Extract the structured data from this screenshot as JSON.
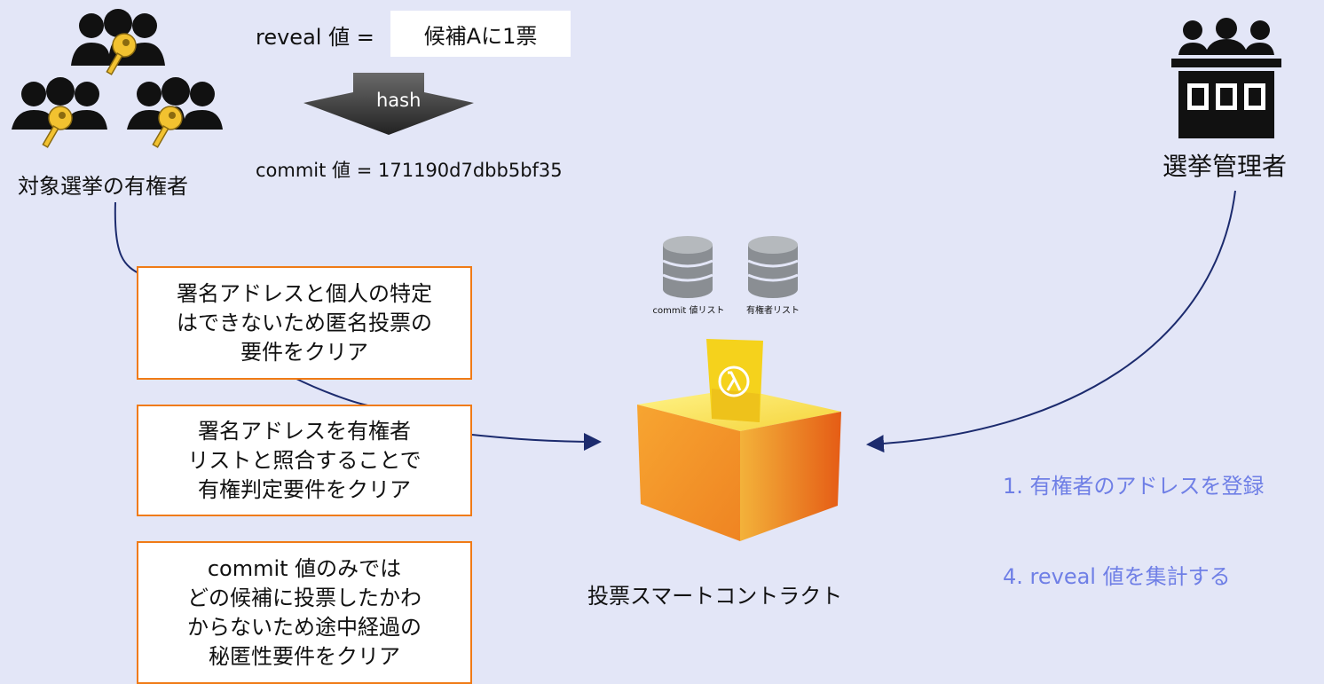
{
  "voters": {
    "label": "対象選挙の有権者",
    "icon": "voters-with-keys-icon"
  },
  "admin": {
    "label": "選挙管理者",
    "icon": "election-administrators-icon"
  },
  "flow": {
    "reveal_prefix": "reveal 値 =",
    "reveal_value": "候補Aに1票",
    "hash_label": "hash",
    "commit_text": "commit 値 = 171190d7dbb5bf35"
  },
  "contract": {
    "label": "投票スマートコントラクト",
    "db_commit_label": "commit 値リスト",
    "db_voters_label": "有権者リスト",
    "icon": "ballot-box-icon",
    "ballot_icon": "lambda-icon"
  },
  "callouts": [
    "署名アドレスと個人の特定\nはできないため匿名投票の\n要件をクリア",
    "署名アドレスを有権者\nリストと照合することで\n有権判定要件をクリア",
    "commit 値のみでは\nどの候補に投票したかわ\nからないため途中経過の\n秘匿性要件をクリア"
  ],
  "steps": {
    "register": "1. 有権者のアドレスを登録",
    "tally": "4. reveal 値を集計する"
  },
  "colors": {
    "accent": "#f07b16",
    "step": "#6f7fe6",
    "line": "#1c2b6e",
    "background": "#e3e6f7"
  }
}
